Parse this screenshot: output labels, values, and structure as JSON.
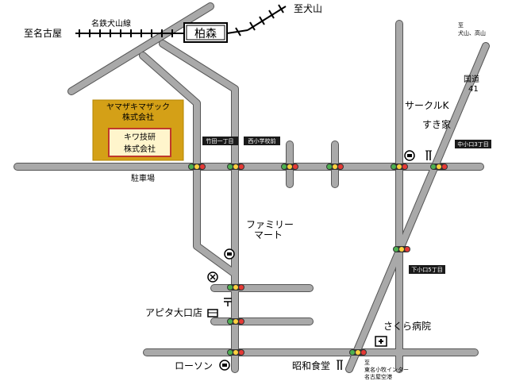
{
  "railway": {
    "line_name": "名鉄犬山線",
    "to_nagoya": "至名古屋",
    "to_inuyama": "至犬山",
    "station": "柏森"
  },
  "top_right_note": [
    "至",
    "犬山、高山"
  ],
  "route41": [
    "国道",
    "41"
  ],
  "companies": {
    "yamazaki": [
      "ヤマザキマザック",
      "株式会社"
    ],
    "kiwa": [
      "キワ技研",
      "株式会社"
    ]
  },
  "parking": "駐車場",
  "signs": {
    "takeda": "竹田一丁目",
    "nishi_school": "西小学校前",
    "nakaoguchi": "中小口3丁目",
    "shimooguchi": "下小口5丁目"
  },
  "landmarks": {
    "circle_k": "サークルK",
    "sukiya": "すき家",
    "family_mart": [
      "ファミリー",
      "マート"
    ],
    "apita": "アピタ大口店",
    "sakura": "さくら病院",
    "lawson": "ローソン",
    "showa": "昭和食堂"
  },
  "bottom_note": [
    "至",
    "東名小牧インター",
    "名古屋空港"
  ],
  "colors": {
    "road": "#a9a9a9",
    "company_box": "#d4a017",
    "company_inner_border": "#c0392b",
    "signal_green": "#4caf50",
    "signal_yellow": "#ffd23f",
    "signal_red": "#e53935"
  }
}
